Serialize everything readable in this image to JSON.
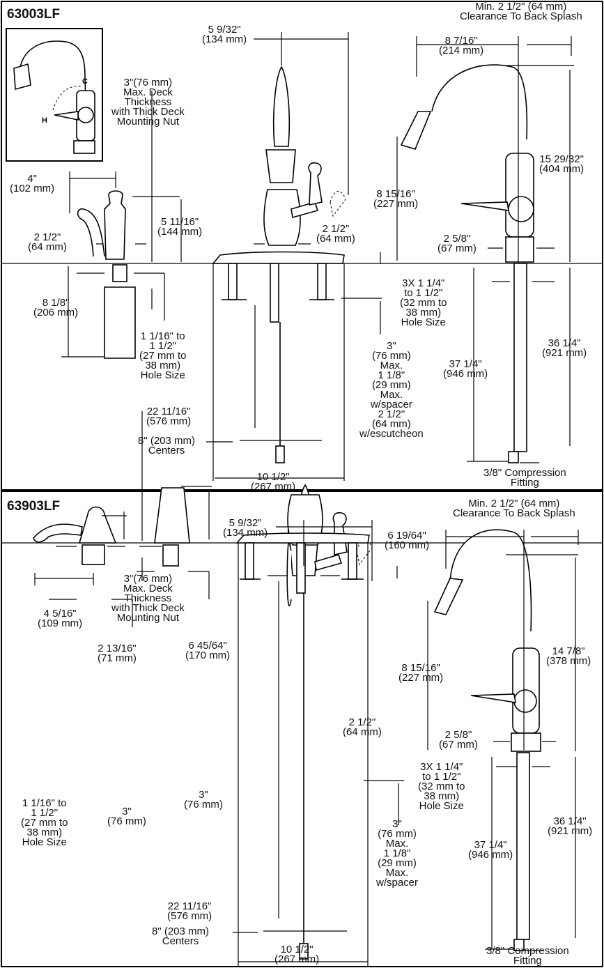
{
  "sections": [
    {
      "model": "63003LF",
      "labels": {
        "clearance": [
          "Min. 2 1/2\" (64 mm)",
          "Clearance To Back Splash"
        ],
        "reach": [
          "8 7/16\"",
          "(214 mm)"
        ],
        "top_offset": [
          "5 9/32\"",
          "(134 mm)"
        ],
        "deck_thickness": [
          "3\"(76 mm)",
          "Max. Deck",
          "Thickness",
          "with Thick Deck",
          "Mounting Nut"
        ],
        "soap_reach": [
          "4\"",
          "(102 mm)"
        ],
        "soap_base": [
          "2 1/2\"",
          "(64 mm)"
        ],
        "soap_height": [
          "5 11/16\"",
          "(144 mm)"
        ],
        "bottle_depth": [
          "8 1/8\"",
          "(206 mm)"
        ],
        "soap_hole": [
          "1 1/16\" to",
          "1 1/2\"",
          "(27 mm to",
          "38 mm)",
          "Hole Size"
        ],
        "front_base": [
          "2 1/2\"",
          "(64 mm)"
        ],
        "spout_height": [
          "8 15/16\"",
          "(227 mm)"
        ],
        "overall_height": [
          "15 29/32\"",
          "(404 mm)"
        ],
        "side_base": [
          "2 5/8\"",
          "(67 mm)"
        ],
        "hole_size": [
          "3X 1 1/4\"",
          "to 1 1/2\"",
          "(32 mm to",
          "38 mm)",
          "Hole Size"
        ],
        "mount_max": [
          "3\"",
          "(76 mm)",
          "Max.",
          "1 1/8\"",
          "(29 mm)",
          "Max.",
          "w/spacer",
          "2 1/2\"",
          "(64 mm)",
          "w/escutcheon"
        ],
        "supply_length": [
          "37 1/4\"",
          "(946 mm)"
        ],
        "below_deck": [
          "36 1/4\"",
          "(921 mm)"
        ],
        "hose_length": [
          "22 11/16\"",
          "(576 mm)"
        ],
        "centers": [
          "8\" (203 mm)",
          "Centers"
        ],
        "escutcheon_width": [
          "10 1/2\"",
          "(267 mm)"
        ],
        "fitting": [
          "3/8\" Compression",
          "Fitting"
        ]
      }
    },
    {
      "model": "63903LF",
      "labels": {
        "clearance": [
          "Min. 2 1/2\" (64 mm)",
          "Clearance To Back Splash"
        ],
        "reach": [
          "6 19/64\"",
          "(160 mm)"
        ],
        "top_offset": [
          "5 9/32\"",
          "(134 mm)"
        ],
        "deck_thickness": [
          "3\"(76 mm)",
          "Max. Deck",
          "Thickness",
          "with Thick Deck",
          "Mounting Nut"
        ],
        "handle_reach": [
          "4 5/16\"",
          "(109 mm)"
        ],
        "handle_height": [
          "2 13/16\"",
          "(71 mm)"
        ],
        "sprayer_height": [
          "6 45/64\"",
          "(170 mm)"
        ],
        "handle_hole": [
          "1 1/16\" to",
          "1 1/2\"",
          "(27 mm to",
          "38 mm)",
          "Hole Size"
        ],
        "handle_thread": [
          "3\"",
          "(76 mm)"
        ],
        "sprayer_thread": [
          "3\"",
          "(76 mm)"
        ],
        "front_base": [
          "2 1/2\"",
          "(64 mm)"
        ],
        "spout_height": [
          "8 15/16\"",
          "(227 mm)"
        ],
        "overall_height": [
          "14 7/8\"",
          "(378 mm)"
        ],
        "side_base": [
          "2 5/8\"",
          "(67 mm)"
        ],
        "hole_size": [
          "3X 1 1/4\"",
          "to 1 1/2\"",
          "(32 mm to",
          "38 mm)",
          "Hole Size"
        ],
        "mount_max": [
          "3\"",
          "(76 mm)",
          "Max.",
          "1 1/8\"",
          "(29 mm)",
          "Max.",
          "w/spacer"
        ],
        "supply_length": [
          "37 1/4\"",
          "(946 mm)"
        ],
        "below_deck": [
          "36 1/4\"",
          "(921 mm)"
        ],
        "hose_length": [
          "22 11/16\"",
          "(576 mm)"
        ],
        "centers": [
          "8\" (203 mm)",
          "Centers"
        ],
        "escutcheon_width": [
          "10 1/2\"",
          "(267 mm)"
        ],
        "fitting": [
          "3/8\" Compression",
          "Fitting"
        ]
      }
    }
  ],
  "inset": {
    "markers": [
      "C",
      "H"
    ]
  }
}
